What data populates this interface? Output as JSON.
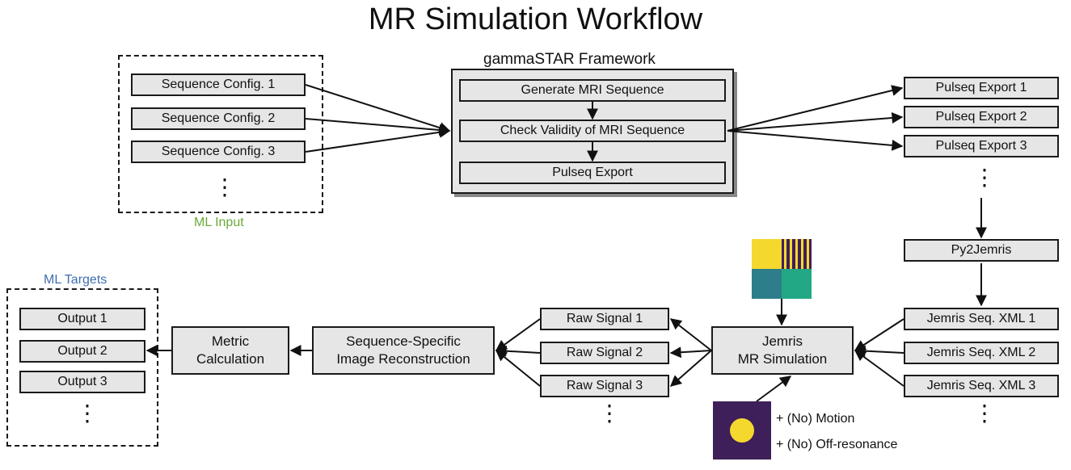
{
  "title": "MR Simulation Workflow",
  "ml_input": {
    "label": "ML Input",
    "label_color": "#6aaa3a",
    "configs": [
      "Sequence  Config. 1",
      "Sequence  Config. 2",
      "Sequence  Config. 3"
    ],
    "more": "⋮"
  },
  "framework": {
    "title": "gammaSTAR Framework",
    "steps": [
      "Generate MRI Sequence",
      "Check Validity of MRI Sequence",
      "Pulseq Export"
    ]
  },
  "pulseq_exports": {
    "items": [
      "Pulseq Export 1",
      "Pulseq Export 2",
      "Pulseq Export 3"
    ],
    "more": "⋮"
  },
  "py2jemris": "Py2Jemris",
  "jemris_xml": {
    "items": [
      "Jemris Seq. XML 1",
      "Jemris Seq. XML 2",
      "Jemris Seq. XML 3"
    ],
    "more": "⋮"
  },
  "jemris_sim": "Jemris\nMR Simulation",
  "phantom_colors": {
    "yellow": "#f5d82e",
    "purple": "#3e1f5a",
    "teal": "#2d7d8a",
    "green": "#22a884"
  },
  "annotations": {
    "motion": "+ (No) Motion",
    "off_resonance": "+ (No) Off-resonance"
  },
  "raw_signals": {
    "items": [
      "Raw Signal 1",
      "Raw Signal 2",
      "Raw Signal 3"
    ],
    "more": "⋮"
  },
  "reconstruction": "Sequence-Specific\nImage Reconstruction",
  "metric": "Metric\nCalculation",
  "ml_targets": {
    "label": "ML Targets",
    "label_color": "#3f6fb0",
    "outputs": [
      "Output 1",
      "Output 2",
      "Output 3"
    ],
    "more": "⋮"
  }
}
